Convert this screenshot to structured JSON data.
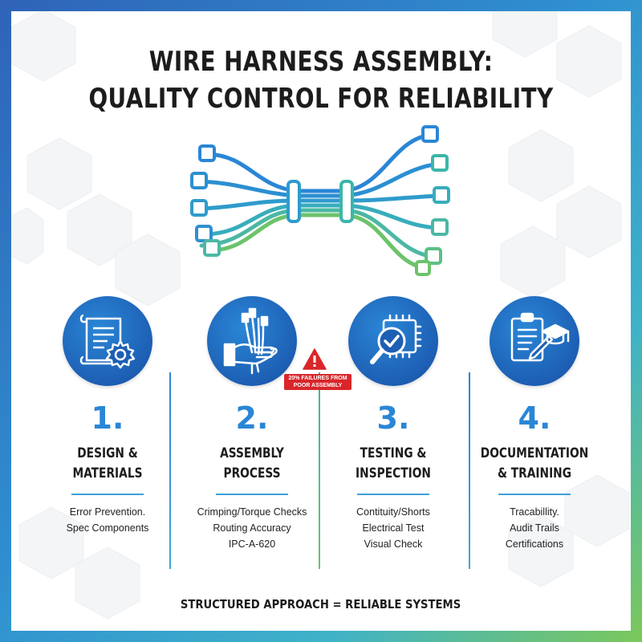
{
  "title": {
    "line1": "WIRE HARNESS ASSEMBLY:",
    "line2": "QUALITY CONTROL FOR RELIABILITY"
  },
  "harness_illustration": {
    "icon": "wire-harness-icon",
    "colors": [
      "#2a86d6",
      "#3bb6a8",
      "#6cc36a"
    ]
  },
  "steps": [
    {
      "number": "1.",
      "heading": [
        "DESIGN &",
        "MATERIALS"
      ],
      "details": [
        "Error Prevention.",
        "Spec Components"
      ],
      "icon": "blueprint-gear-icon"
    },
    {
      "number": "2.",
      "heading": [
        "ASSEMBLY",
        "PROCESS"
      ],
      "details": [
        "Crimping/Torque Checks",
        "Routing Accuracy",
        "IPC-A-620"
      ],
      "icon": "hand-wires-icon"
    },
    {
      "number": "3.",
      "heading": [
        "TESTING &",
        "INSPECTION"
      ],
      "details": [
        "Contituity/Shorts",
        "Electrical Test",
        "Visual Check"
      ],
      "icon": "magnifier-chip-check-icon"
    },
    {
      "number": "4.",
      "heading": [
        "DOCUMENTATION",
        "& TRAINING"
      ],
      "details": [
        "Tracabillity.",
        "Audit Trails",
        "Certifications"
      ],
      "icon": "clipboard-graduation-cap-icon"
    }
  ],
  "warning": {
    "icon": "warning-triangle-icon",
    "line1": "20% FAILURES FROM",
    "line2": "POOR ASSEMBLY"
  },
  "footer": "STRUCTURED APPROACH = RELIABLE SYSTEMS",
  "colors": {
    "accent_blue": "#2a86d6",
    "circle_blue": "#1d5fb4",
    "warning_red": "#d9262a",
    "border_gradient_start": "#2f63b8",
    "border_gradient_end": "#7cc85a"
  }
}
